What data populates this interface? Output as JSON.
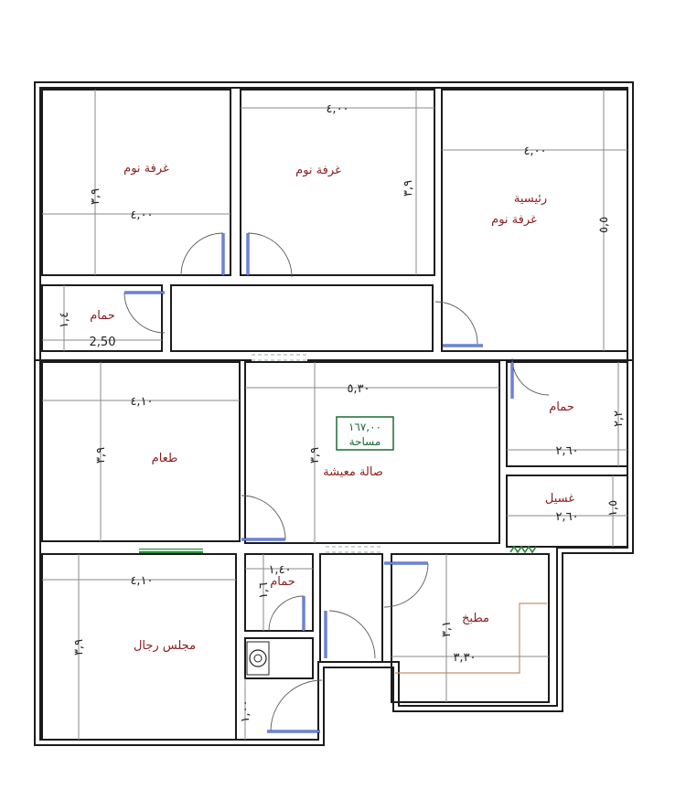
{
  "rooms": {
    "bedroom_left": {
      "name": "غرفة نوم",
      "width": "٤,٠٠",
      "height": "٣,٩"
    },
    "bedroom_mid": {
      "name": "غرفة نوم",
      "width": "٤,٠٠",
      "height": "٣,٩"
    },
    "master": {
      "line1": "رئيسية",
      "line2": "غرفة نوم",
      "width": "٤,٠٠",
      "height": "٥,٥"
    },
    "bath_top": {
      "name": "حمام",
      "width": "2,50",
      "height": "١,٤"
    },
    "dining": {
      "name": "طعام",
      "width": "٤,١٠",
      "height": "٣,٩"
    },
    "living": {
      "name": "صالة معيشة",
      "width": "٥,٣٠",
      "height": "٣,٩",
      "area_value": "١٦٧,٠٠",
      "area_label": "مساحة"
    },
    "bath_right": {
      "name": "حمام",
      "width": "٢,٦٠",
      "height": "٢,٢"
    },
    "laundry": {
      "name": "غسيل",
      "width": "٢,٦٠",
      "height": "١,٥"
    },
    "majlis": {
      "name": "مجلس رجال",
      "width": "٤,١٠",
      "height": "٣,٩"
    },
    "bath_small": {
      "name": "حمام",
      "width": "١,٤٠",
      "height": "١,٦"
    },
    "kitchen": {
      "name": "مطبخ",
      "width": "٣,٣٠",
      "height": "٣,١"
    },
    "entry": {
      "depth": "١,٠٠"
    }
  },
  "colors": {
    "wall": "#1c1c1c",
    "label": "#8b1d1d",
    "door_leaf": "#1f3fb0",
    "area_box": "#1a6b34",
    "kitchen_counter": "#c98f6a",
    "vent": "#2e8b3a"
  }
}
